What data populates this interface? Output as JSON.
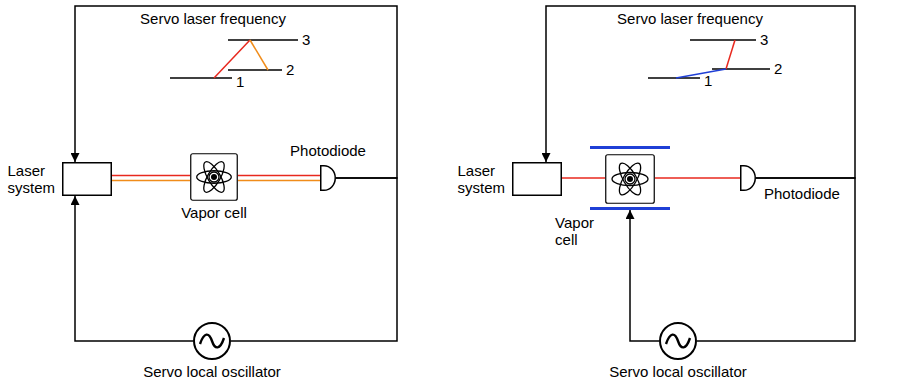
{
  "diagram": {
    "nodes": [
      {
        "text": [
          "Laser system"
        ]
      },
      {
        "text": [
          "Vapor cell"
        ]
      },
      {
        "text": [
          "Photodiode"
        ]
      },
      {
        "text": [
          "Servo local oscillator"
        ]
      },
      {
        "text": [
          "Laser system"
        ]
      },
      {
        "text": [
          "Vapor cell"
        ]
      },
      {
        "text": [
          "Photodiode"
        ]
      },
      {
        "text": [
          "Servo local oscillator"
        ]
      }
    ],
    "edges": [
      {
        "from": 2,
        "to": 0,
        "arrow": "to",
        "label": "Servo laser frequency"
      },
      {
        "from": 3,
        "to": 0,
        "arrow": "to"
      },
      {
        "from": 2,
        "to": 3,
        "arrow": "none"
      },
      {
        "from": 0,
        "to": 1,
        "arrow": "none"
      },
      {
        "from": 1,
        "to": 2,
        "arrow": "none"
      },
      {
        "from": 6,
        "to": 4,
        "arrow": "to",
        "label": "Servo laser frequency"
      },
      {
        "from": 7,
        "to": 5,
        "arrow": "to"
      },
      {
        "from": 6,
        "to": 7,
        "arrow": "none"
      },
      {
        "from": 4,
        "to": 5,
        "arrow": "none"
      },
      {
        "from": 5,
        "to": 6,
        "arrow": "none"
      }
    ],
    "labels": [
      "3",
      "2",
      "1",
      "3",
      "2",
      "1"
    ]
  }
}
